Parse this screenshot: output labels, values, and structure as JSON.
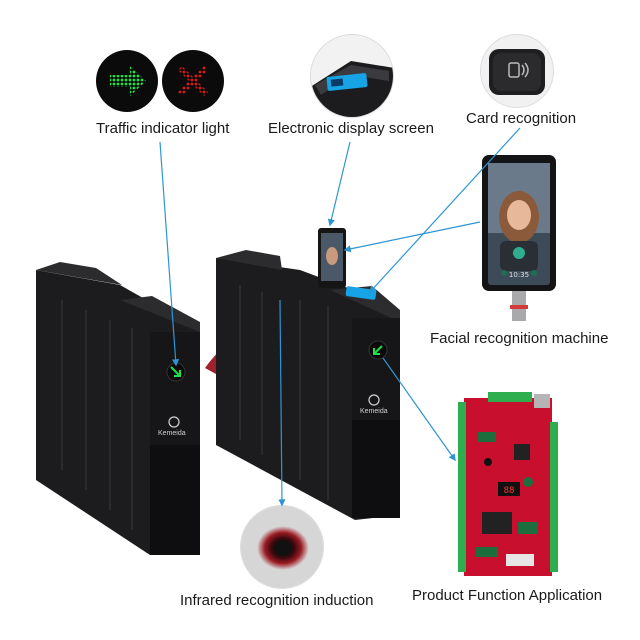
{
  "labels": {
    "traffic_light": "Traffic indicator light",
    "display_screen": "Electronic display screen",
    "card_recognition": "Card recognition",
    "facial_machine": "Facial recognition machine",
    "infrared": "Infrared recognition induction",
    "product_function": "Product Function Application"
  },
  "brand": "Kemeida",
  "face_terminal_screen_text": "10:35",
  "colors": {
    "arrow_line": "#2d95d3",
    "gate_body": "#1c1c1e",
    "flap_red": "#9b1420",
    "indicator_green": "#1ee04a",
    "indicator_red": "#e01818",
    "pcb_red": "#c8102e",
    "terminal_green": "#2fae4f"
  }
}
